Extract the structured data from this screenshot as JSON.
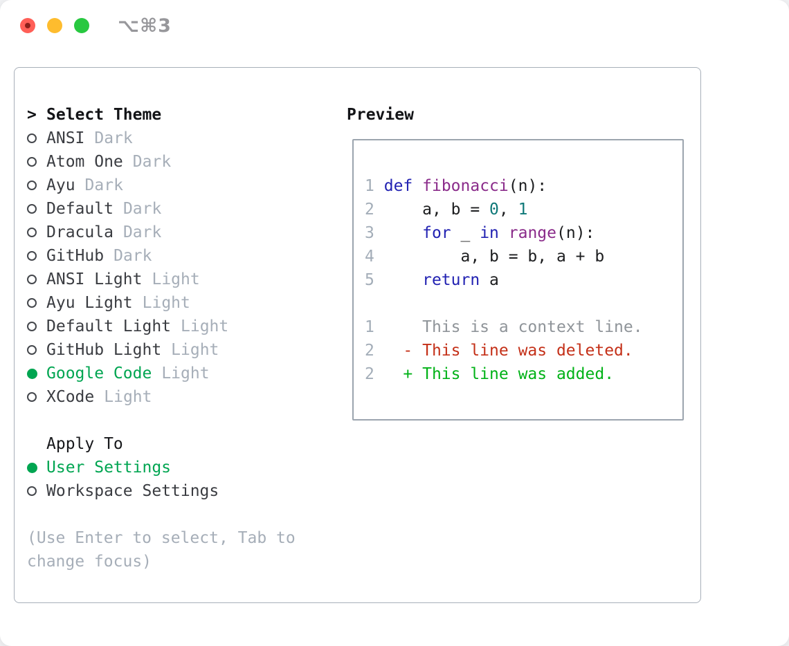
{
  "window": {
    "title": "⌥⌘3"
  },
  "colors": {
    "accent_green": "#00a551",
    "diff_added_green": "#00b217",
    "diff_deleted_red": "#c43018",
    "keyword_blue": "#2222b2",
    "function_purple": "#8a2b8a",
    "number_teal": "#0e7878",
    "muted_gray": "#a6aeb8",
    "traffic_red": "#ff5f57",
    "traffic_yellow": "#febc2e",
    "traffic_green": "#28c840"
  },
  "panel": {
    "select_theme": {
      "prompt": ">",
      "label": "Select Theme"
    },
    "themes": [
      {
        "name": "ANSI",
        "variant": "Dark",
        "selected": false
      },
      {
        "name": "Atom One",
        "variant": "Dark",
        "selected": false
      },
      {
        "name": "Ayu",
        "variant": "Dark",
        "selected": false
      },
      {
        "name": "Default",
        "variant": "Dark",
        "selected": false
      },
      {
        "name": "Dracula",
        "variant": "Dark",
        "selected": false
      },
      {
        "name": "GitHub",
        "variant": "Dark",
        "selected": false
      },
      {
        "name": "ANSI Light",
        "variant": "Light",
        "selected": false
      },
      {
        "name": "Ayu Light",
        "variant": "Light",
        "selected": false
      },
      {
        "name": "Default Light",
        "variant": "Light",
        "selected": false
      },
      {
        "name": "GitHub Light",
        "variant": "Light",
        "selected": false
      },
      {
        "name": "Google Code",
        "variant": "Light",
        "selected": true
      },
      {
        "name": "XCode",
        "variant": "Light",
        "selected": false
      }
    ],
    "apply_to": {
      "label": "Apply To",
      "options": [
        {
          "label": "User Settings",
          "selected": true
        },
        {
          "label": "Workspace Settings",
          "selected": false
        }
      ]
    },
    "hint_line1": "(Use Enter to select, Tab to",
    "hint_line2": "change focus)",
    "preview": {
      "label": "Preview",
      "lines": [
        {
          "segments": [
            {
              "t": "num",
              "x": "1"
            },
            {
              "t": "plain",
              "x": " "
            },
            {
              "t": "kw",
              "x": "def"
            },
            {
              "t": "plain",
              "x": " "
            },
            {
              "t": "fn",
              "x": "fibonacci"
            },
            {
              "t": "plain",
              "x": "(n):"
            }
          ]
        },
        {
          "segments": [
            {
              "t": "num",
              "x": "2"
            },
            {
              "t": "plain",
              "x": "     a, b = "
            },
            {
              "t": "lit",
              "x": "0"
            },
            {
              "t": "plain",
              "x": ", "
            },
            {
              "t": "lit",
              "x": "1"
            }
          ]
        },
        {
          "segments": [
            {
              "t": "num",
              "x": "3"
            },
            {
              "t": "plain",
              "x": "     "
            },
            {
              "t": "kw",
              "x": "for"
            },
            {
              "t": "plain",
              "x": " _ "
            },
            {
              "t": "kw",
              "x": "in"
            },
            {
              "t": "plain",
              "x": " "
            },
            {
              "t": "fn",
              "x": "range"
            },
            {
              "t": "plain",
              "x": "(n):"
            }
          ]
        },
        {
          "segments": [
            {
              "t": "num",
              "x": "4"
            },
            {
              "t": "plain",
              "x": "         a, b = b, a + b"
            }
          ]
        },
        {
          "segments": [
            {
              "t": "num",
              "x": "5"
            },
            {
              "t": "plain",
              "x": "     "
            },
            {
              "t": "kw",
              "x": "return"
            },
            {
              "t": "plain",
              "x": " a"
            }
          ]
        },
        {
          "segments": []
        },
        {
          "segments": [
            {
              "t": "num",
              "x": "1"
            },
            {
              "t": "ctx",
              "x": "     This is a context line."
            }
          ]
        },
        {
          "segments": [
            {
              "t": "num",
              "x": "2"
            },
            {
              "t": "del",
              "x": "   - This line was deleted."
            }
          ]
        },
        {
          "segments": [
            {
              "t": "num",
              "x": "2"
            },
            {
              "t": "add",
              "x": "   + This line was added."
            }
          ]
        }
      ]
    }
  }
}
